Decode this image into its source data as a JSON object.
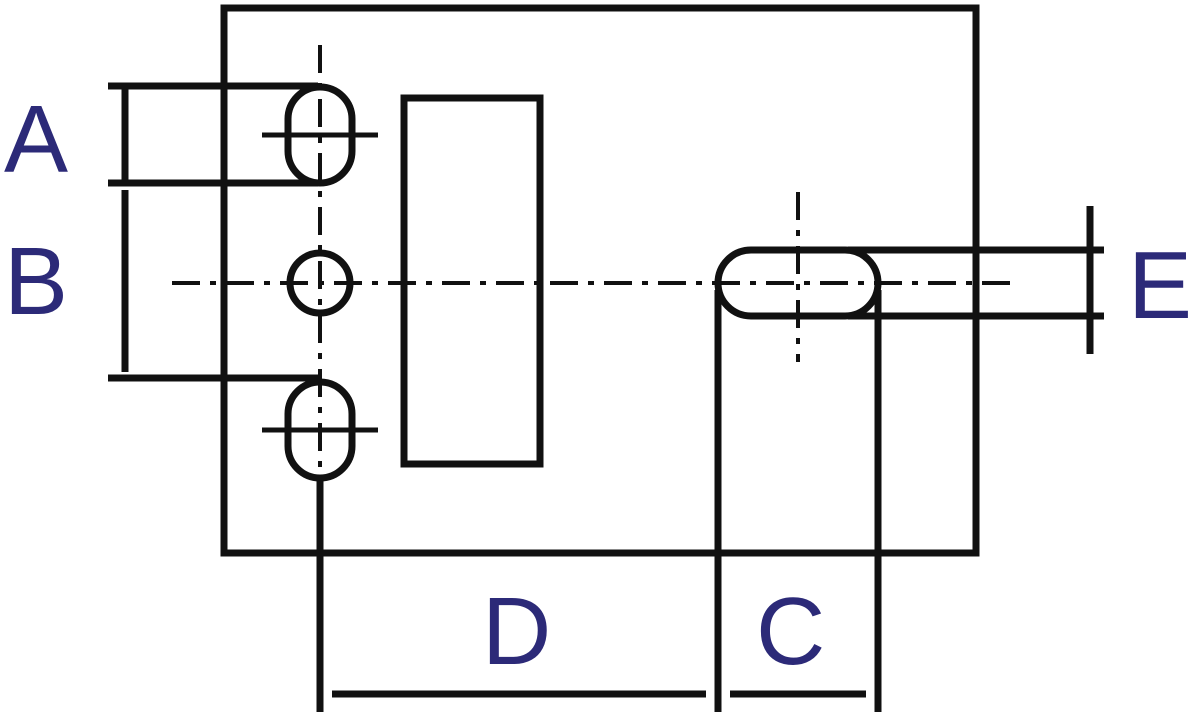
{
  "labels": {
    "a": "A",
    "b": "B",
    "c": "C",
    "d": "D",
    "e": "E"
  },
  "colors": {
    "line": "#111111",
    "label": "#2c2a78",
    "background": "#ffffff"
  }
}
